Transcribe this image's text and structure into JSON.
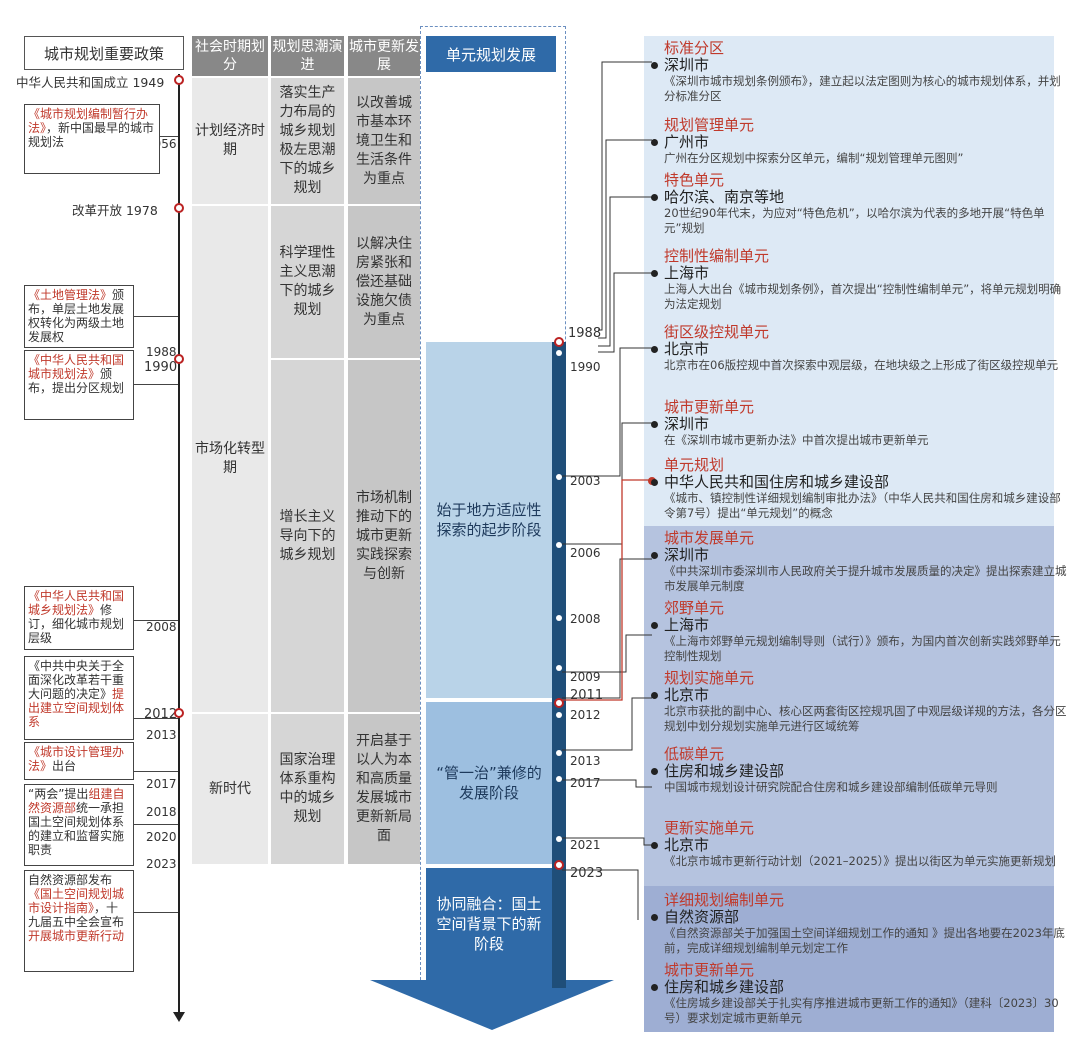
{
  "headers": {
    "policy": "城市规划重要政策",
    "period": "社会时期划分",
    "thought": "规划思潮演进",
    "renewal": "城市更新发展",
    "unit": "单元规划发展"
  },
  "periods": [
    "计划经济时期",
    "市场化转型期",
    "新时代"
  ],
  "thoughts": [
    "落实生产力布局的城乡规划极左思潮下的城乡规划",
    "科学理性主义思潮下的城乡规划",
    "增长主义导向下的城乡规划",
    "国家治理体系重构中的城乡规划"
  ],
  "renewals": [
    "以改善城市基本环境卫生和生活条件为重点",
    "以解决住房紧张和偿还基础设施欠债为重点",
    "市场机制推动下的城市更新实践探索与创新",
    "开启基于以人为本和高质量发展城市更新新局面"
  ],
  "left_years": {
    "y1949": "中华人民共和国成立 1949",
    "y1956": "1956",
    "y1978": "改革开放 1978",
    "y1988": "1988",
    "y1990": "1990",
    "y2008": "2008",
    "y2012": "2012",
    "y2013": "2013",
    "y2017": "2017",
    "y2018": "2018",
    "y2020": "2020",
    "y2023": "2023"
  },
  "policies": [
    {
      "red": "《城市规划编制暂行办法》",
      "text": "，新中国最早的城市规划法"
    },
    {
      "red": "《土地管理法》",
      "text": "颁布，单层土地发展权转化为两级土地发展权"
    },
    {
      "red": "《中华人民共和国城市规划法》",
      "text": "颁布，提出分区规划"
    },
    {
      "red": "《中华人民共和国城乡规划法》",
      "text": "修订，细化城市规划层级"
    },
    {
      "pre": "《中共中央关于全面深化改革若干重大问题的决定》",
      "red": "提出建立空间规划体系",
      "text": ""
    },
    {
      "red": "《城市设计管理办法》",
      "text": "出台"
    },
    {
      "pre": "“两会”提出",
      "red": "组建自然资源部",
      "text": "统一承担国土空间规划体系的建立和监督实施职责"
    },
    {
      "pre": "自然资源部发布",
      "red": "《国土空间规划城市设计指南》",
      "text": "，十九届五中全会宣布",
      "red2": "开展城市更新行动"
    }
  ],
  "stages": [
    "始于地方适应性探索的起步阶段",
    "“管一治”兼修的发展阶段",
    "协同融合：国土空间背景下的新阶段"
  ],
  "mid_years": [
    "1988",
    "1990",
    "2003",
    "2006",
    "2008",
    "2009",
    "2011",
    "2012",
    "2013",
    "2017",
    "2021",
    "2023"
  ],
  "entries": [
    {
      "title": "标准分区",
      "city": "深圳市",
      "desc": "《深圳市城市规划条例颁布》，建立起以法定图则为核心的城市规划体系，并划分标准分区"
    },
    {
      "title": "规划管理单元",
      "city": "广州市",
      "desc": "广州在分区规划中探索分区单元，编制“规划管理单元图则”"
    },
    {
      "title": "特色单元",
      "city": "哈尔滨、南京等地",
      "desc": "20世纪90年代末，为应对“特色危机”，以哈尔滨为代表的多地开展“特色单元”规划"
    },
    {
      "title": "控制性编制单元",
      "city": "上海市",
      "desc": "上海人大出台《城市规划条例》，首次提出“控制性编制单元”，将单元规划明确为法定规划"
    },
    {
      "title": "街区级控规单元",
      "city": "北京市",
      "desc": "北京市在06版控规中首次探索中观层级，在地块级之上形成了街区级控规单元"
    },
    {
      "title": "城市更新单元",
      "city": "深圳市",
      "desc": "在《深圳市城市更新办法》中首次提出城市更新单元"
    },
    {
      "title": "单元规划",
      "city": "中华人民共和国住房和城乡建设部",
      "desc": "《城市、镇控制性详细规划编制审批办法》（中华人民共和国住房和城乡建设部令第7号）提出“单元规划”的概念"
    },
    {
      "title": "城市发展单元",
      "city": "深圳市",
      "desc": "《中共深圳市委深圳市人民政府关于提升城市发展质量的决定》提出探索建立城市发展单元制度"
    },
    {
      "title": "郊野单元",
      "city": "上海市",
      "desc": "《上海市郊野单元规划编制导则（试行）》颁布，为国内首次创新实践郊野单元控制性规划"
    },
    {
      "title": "规划实施单元",
      "city": "北京市",
      "desc": "北京市获批的副中心、核心区两套街区控规巩固了中观层级详规的方法，各分区规划中划分规划实施单元进行区域统筹"
    },
    {
      "title": "低碳单元",
      "city": "住房和城乡建设部",
      "desc": "中国城市规划设计研究院配合住房和城乡建设部编制低碳单元导则"
    },
    {
      "title": "更新实施单元",
      "city": "北京市",
      "desc": "《北京市城市更新行动计划（2021–2025）》提出以街区为单元实施更新规划"
    },
    {
      "title": "详细规划编制单元",
      "city": "自然资源部",
      "desc": "《自然资源部关于加强国土空间详细规划工作的通知 》提出各地要在2023年底前，完成详细规划编制单元划定工作"
    },
    {
      "title": "城市更新单元",
      "city": "住房和城乡建设部",
      "desc": "《住房城乡建设部关于扎实有序推进城市更新工作的通知》（建科〔2023〕30号）要求划定城市更新单元"
    }
  ],
  "colors": {
    "stage1": "#b9d3e8",
    "stage2": "#9dbfe0",
    "stage3": "#2f6aa8",
    "timeline": "#1f4e79",
    "highlight_red": "#c0392b",
    "bg_light": "#dde9f5",
    "bg_mid": "#b5c3df",
    "bg_dark": "#9eaed3"
  }
}
